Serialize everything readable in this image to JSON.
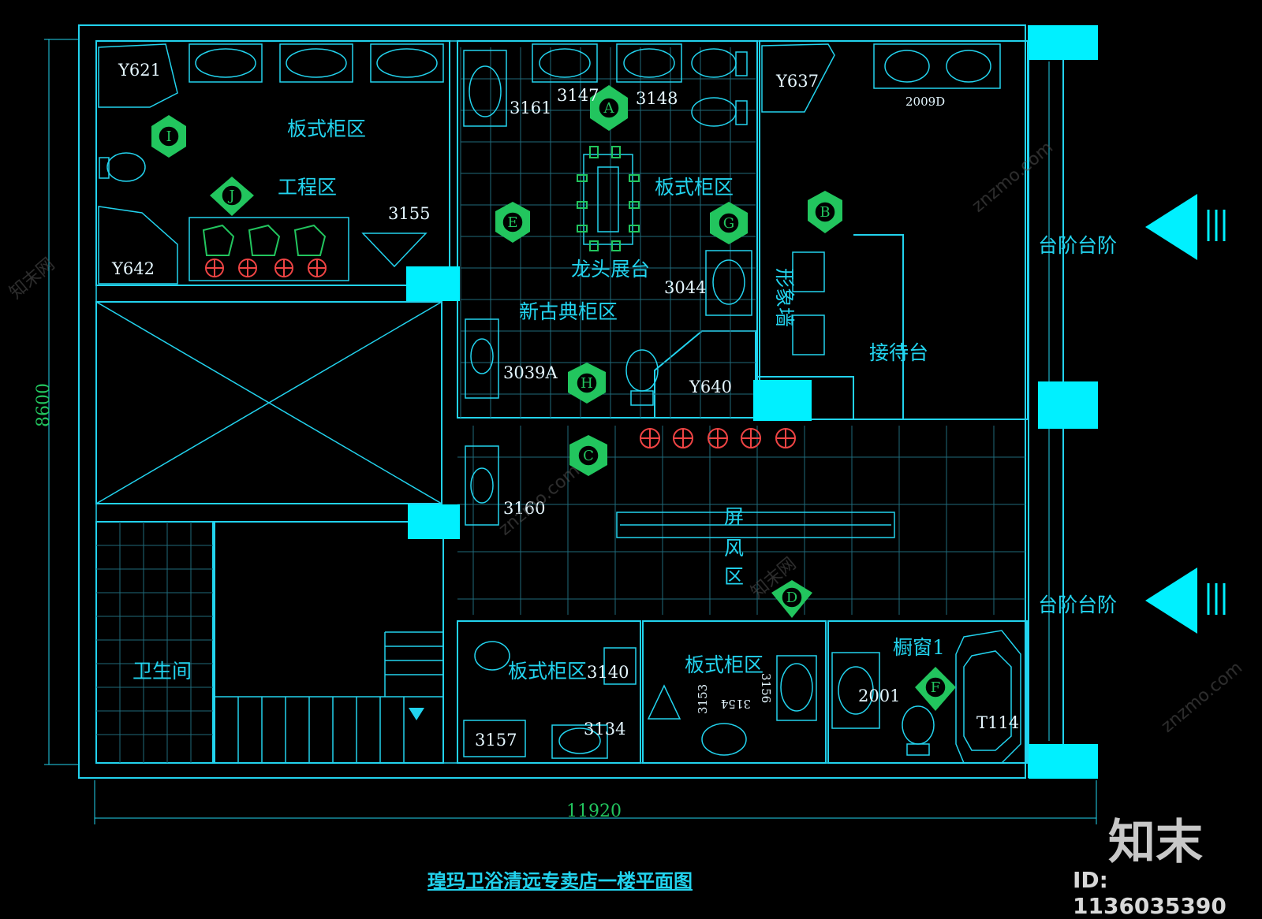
{
  "title": "瑝玛卫浴清远专卖店一楼平面图",
  "dimensions": {
    "width": "11920",
    "height": "8600"
  },
  "zones": {
    "panel_cabinet_top_left": "板式柜区",
    "engineering": "工程区",
    "faucet_display": "龙头展台",
    "panel_cabinet_center": "板式柜区",
    "neo_classic": "新古典柜区",
    "image_wall": "形象墙",
    "reception": "接待台",
    "steps_upper": "台阶台阶",
    "steps_lower": "台阶台阶",
    "screen": "屏",
    "screen2": "风",
    "screen3": "区",
    "restroom": "卫生间",
    "panel_cabinet_bottom_left": "板式柜区",
    "panel_cabinet_bottom_mid": "板式柜区",
    "window": "橱窗1"
  },
  "product_codes": {
    "y621": "Y621",
    "y642": "Y642",
    "y637": "Y637",
    "c2009d": "2009D",
    "c3161": "3161",
    "c3147": "3147",
    "c3148": "3148",
    "c3155": "3155",
    "c3044": "3044",
    "c3039a": "3039A",
    "y640": "Y640",
    "c3160": "3160",
    "c3140": "3140",
    "c3157": "3157",
    "c3134": "3134",
    "c3153": "3153",
    "c3154": "3154",
    "c3156": "3156",
    "c2001": "2001",
    "t114": "T114"
  },
  "view_markers": [
    "A",
    "B",
    "C",
    "D",
    "E",
    "F",
    "G",
    "H",
    "I",
    "J"
  ],
  "watermark": {
    "brand": "知末",
    "id": "ID: 1136035390",
    "site": "znzmo.com",
    "site_cn": "知末网"
  }
}
